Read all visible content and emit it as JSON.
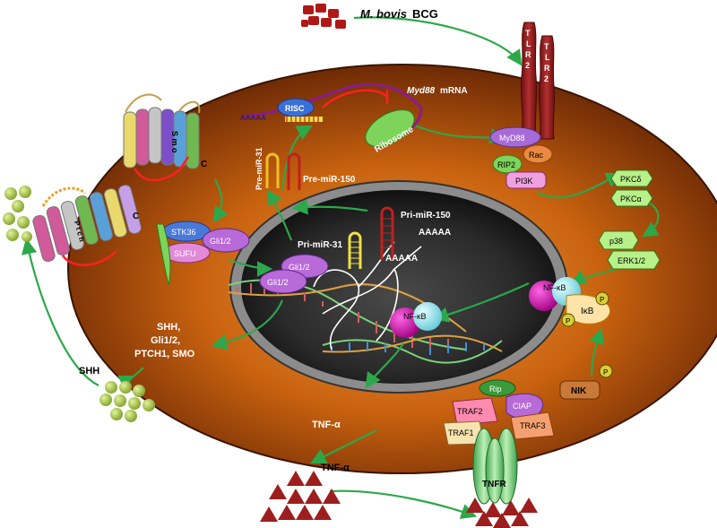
{
  "labels": {
    "bcg_italic": "M. bovis",
    "bcg": "BCG",
    "tlr2_letters": [
      "T",
      "L",
      "R",
      "2"
    ],
    "myd88_italic": "Myd88",
    "myd88_mrna": "mRNA",
    "risc": "RISC",
    "poly_a_top": "AAAAA",
    "ribosome": "Ribosome",
    "smo": "S m o",
    "c_smo": "C",
    "ptch": "P t c h",
    "c_ptch": "C",
    "pre_mir31": "Pre-miR-31",
    "pre_mir150": "Pre-miR-150",
    "pri_mir31": "Pri-miR-31",
    "pri_mir150": "Pri-miR-150",
    "poly_a_1": "AAAAA",
    "poly_a_2": "AAAAA",
    "myd88": "MyD88",
    "rip2": "RIP2",
    "rac": "Rac",
    "pi3k": "PI3K",
    "pkcd": "PKCδ",
    "pkca": "PKCα",
    "p38": "p38",
    "erk": "ERK1/2",
    "stk36": "STK36",
    "gli_sufu": "Gli1/2",
    "sufu": "SUFU",
    "gli_n1": "Gli1/2",
    "gli_n2": "Gli1/2",
    "nfkb_cyto": "NF-κB",
    "ikb": "IκB",
    "p": "P",
    "nfkb_nuc": "NF-κB",
    "shh_genes": [
      "SHH,",
      "Gli1/2,",
      "PTCH1, SMO"
    ],
    "shh": "SHH",
    "nik": "NIK",
    "rip": "Rip",
    "traf2": "TRAF2",
    "ciap": "CIAP",
    "traf1": "TRAF1",
    "traf3": "TRAF3",
    "tnfr": "TNFR",
    "tnfa_in": "TNF-α",
    "tnfa_out": "TNF-α"
  },
  "colors": {
    "cell_orange": "#b5530f",
    "nucleus": "#222222",
    "arrow_green": "#2ca84a",
    "tlr2_red": "#8b1c1c",
    "bacteria_red": "#b01818",
    "shh_green": "#a7c73c",
    "tnf_red": "#9c1e1e"
  }
}
